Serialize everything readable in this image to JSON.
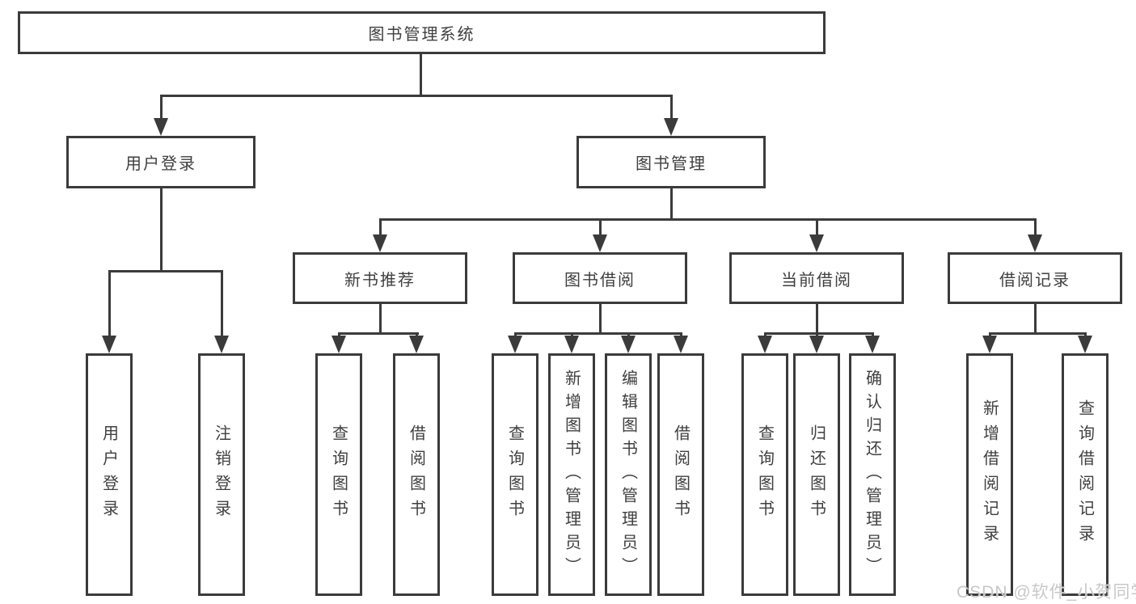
{
  "diagram": {
    "root": "图书管理系统",
    "branches": {
      "user_login": "用户登录",
      "book_mgmt": "图书管理"
    },
    "modules": {
      "new_book_rec": "新书推荐",
      "book_borrow": "图书借阅",
      "current_borrow": "当前借阅",
      "borrow_records": "借阅记录"
    },
    "leaves": {
      "ul_user_login": "用户登录",
      "ul_logout": "注销登录",
      "nr_query_book": "查询图书",
      "nr_borrow_book": "借阅图书",
      "bb_query_book": "查询图书",
      "bb_add_book": "新增图书（管理员）",
      "bb_edit_book": "编辑图书（管理员）",
      "bb_borrow_book": "借阅图书",
      "cb_query_book": "查询图书",
      "cb_return_book": "归还图书",
      "cb_confirm_return": "确认归还（管理员）",
      "br_add_record": "新增借阅记录",
      "br_query_record": "查询借阅记录"
    },
    "hierarchy": {
      "图书管理系统": {
        "用户登录": [
          "用户登录",
          "注销登录"
        ],
        "图书管理": {
          "新书推荐": [
            "查询图书",
            "借阅图书"
          ],
          "图书借阅": [
            "查询图书",
            "新增图书（管理员）",
            "编辑图书（管理员）",
            "借阅图书"
          ],
          "当前借阅": [
            "查询图书",
            "归还图书",
            "确认归还（管理员）"
          ],
          "借阅记录": [
            "新增借阅记录",
            "查询借阅记录"
          ]
        }
      }
    }
  },
  "watermark": "CSDN @软件_小贺同学",
  "colors": {
    "line": "#3b3b3b",
    "text": "#3f3f3f",
    "background": "#ffffff",
    "watermark": "#c8c8c8"
  }
}
